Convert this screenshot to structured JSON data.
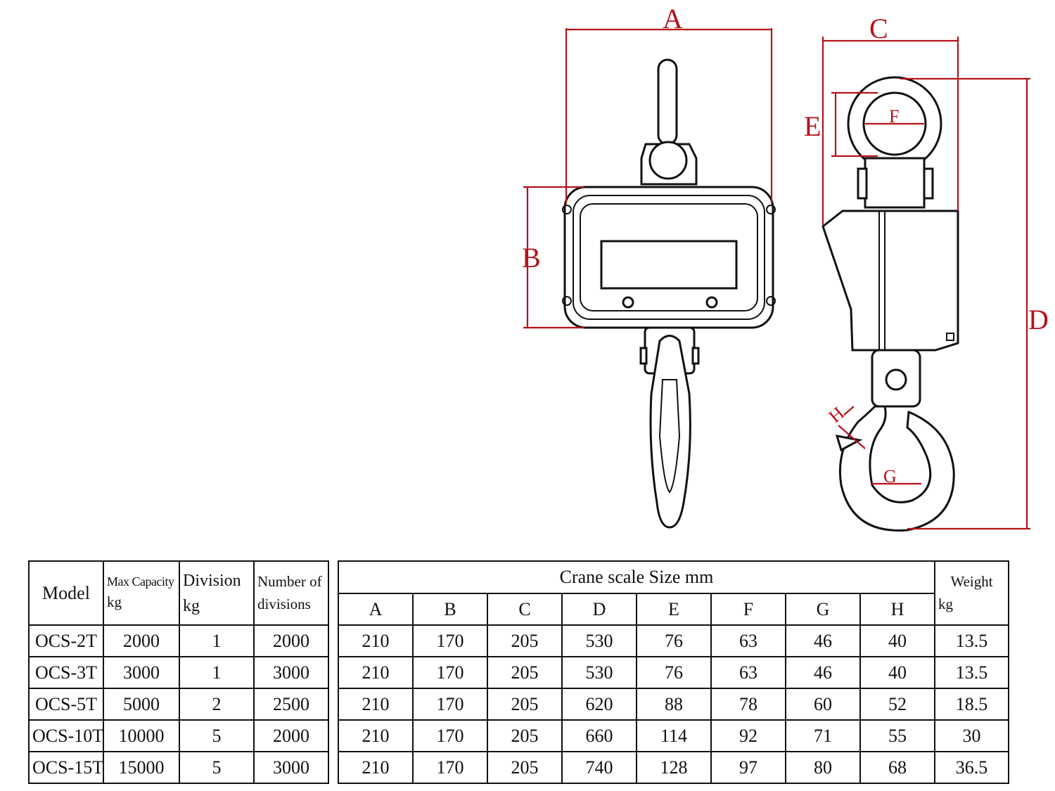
{
  "diagram": {
    "labels": {
      "A": "A",
      "B": "B",
      "C": "C",
      "D": "D",
      "E": "E",
      "F": "F",
      "G": "G",
      "H": "H"
    }
  },
  "table": {
    "headers": {
      "model": "Model",
      "max_capacity": "Max Capacity",
      "max_capacity_unit": "kg",
      "division": "Division",
      "division_unit": "kg",
      "divisions_line1": "Number of",
      "divisions_line2": "divisions",
      "size_group": "Crane scale Size mm",
      "weight": "Weight",
      "weight_unit": "kg",
      "dims": [
        "A",
        "B",
        "C",
        "D",
        "E",
        "F",
        "G",
        "H"
      ]
    },
    "rows": [
      {
        "model": "OCS-2T",
        "capacity": "2000",
        "division": "1",
        "divisions": "2000",
        "dims": [
          "210",
          "170",
          "205",
          "530",
          "76",
          "63",
          "46",
          "40"
        ],
        "weight": "13.5"
      },
      {
        "model": "OCS-3T",
        "capacity": "3000",
        "division": "1",
        "divisions": "3000",
        "dims": [
          "210",
          "170",
          "205",
          "530",
          "76",
          "63",
          "46",
          "40"
        ],
        "weight": "13.5"
      },
      {
        "model": "OCS-5T",
        "capacity": "5000",
        "division": "2",
        "divisions": "2500",
        "dims": [
          "210",
          "170",
          "205",
          "620",
          "88",
          "78",
          "60",
          "52"
        ],
        "weight": "18.5"
      },
      {
        "model": "OCS-10T",
        "capacity": "10000",
        "division": "5",
        "divisions": "2000",
        "dims": [
          "210",
          "170",
          "205",
          "660",
          "114",
          "92",
          "71",
          "55"
        ],
        "weight": "30"
      },
      {
        "model": "OCS-15T",
        "capacity": "15000",
        "division": "5",
        "divisions": "3000",
        "dims": [
          "210",
          "170",
          "205",
          "740",
          "128",
          "97",
          "80",
          "68"
        ],
        "weight": "36.5"
      }
    ]
  }
}
